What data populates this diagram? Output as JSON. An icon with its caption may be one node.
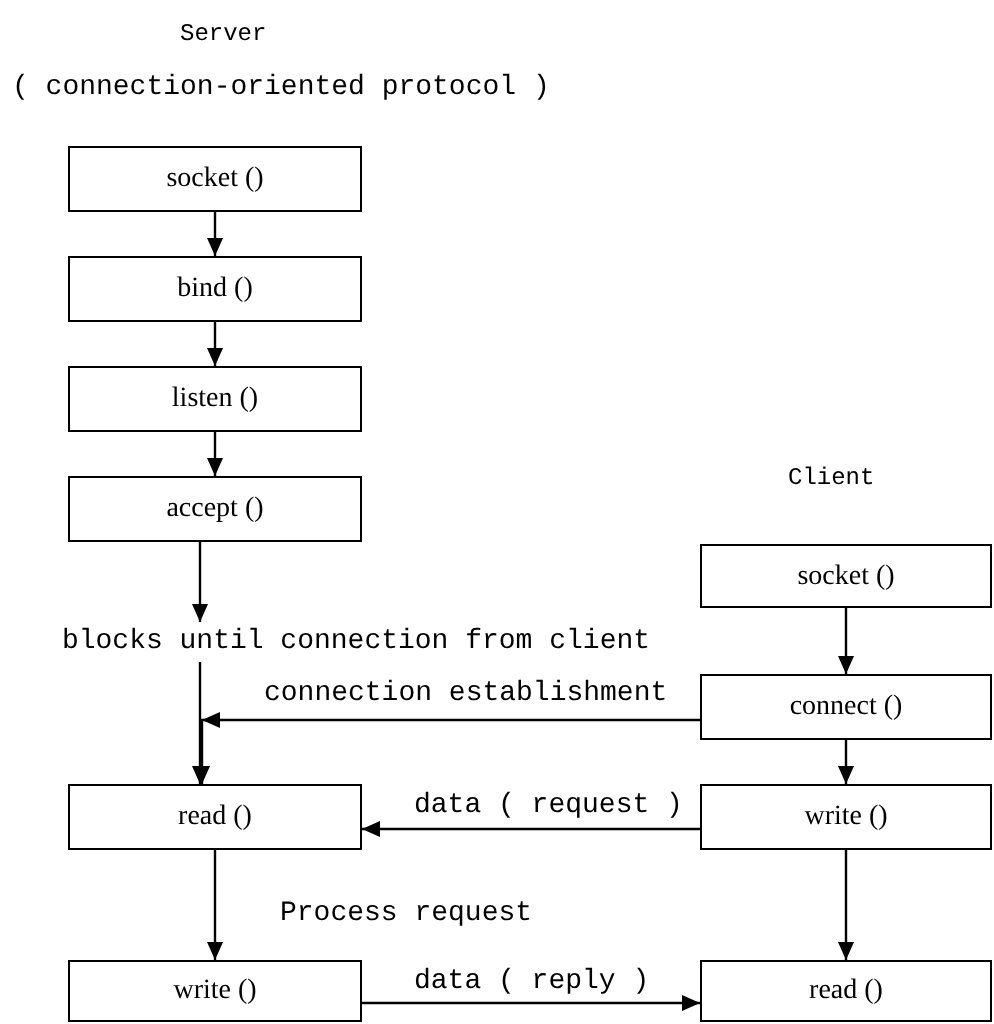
{
  "diagram": {
    "nodes": [
      {
        "text": [
          "socket ()"
        ]
      },
      {
        "text": [
          "bind ()"
        ]
      },
      {
        "text": [
          "listen ()"
        ]
      },
      {
        "text": [
          "accept ()"
        ]
      },
      {
        "text": [
          "blocks until connection from client"
        ]
      },
      {
        "text": [
          "read ()"
        ]
      },
      {
        "text": [
          "write ()"
        ]
      },
      {
        "text": [
          "socket ()"
        ]
      },
      {
        "text": [
          "connect ()"
        ]
      },
      {
        "text": [
          "write ()"
        ]
      },
      {
        "text": [
          "read ()"
        ]
      }
    ],
    "edges": [
      {
        "from": 0,
        "to": 1,
        "arrow": "to"
      },
      {
        "from": 1,
        "to": 2,
        "arrow": "to"
      },
      {
        "from": 2,
        "to": 3,
        "arrow": "to"
      },
      {
        "from": 3,
        "to": 4,
        "arrow": "to"
      },
      {
        "from": 4,
        "to": 5,
        "arrow": "to"
      },
      {
        "from": 8,
        "to": 5,
        "arrow": "to",
        "label": "connection establishment"
      },
      {
        "from": 9,
        "to": 5,
        "arrow": "to",
        "label": "data ( request )"
      },
      {
        "from": 5,
        "to": 6,
        "arrow": "to",
        "label": "Process request"
      },
      {
        "from": 6,
        "to": 10,
        "arrow": "to",
        "label": "data ( reply )"
      },
      {
        "from": 7,
        "to": 8,
        "arrow": "to"
      },
      {
        "from": 8,
        "to": 9,
        "arrow": "to"
      },
      {
        "from": 9,
        "to": 10,
        "arrow": "to"
      }
    ],
    "labels": [
      "Server",
      "( connection-oriented protocol )",
      "Client"
    ]
  }
}
